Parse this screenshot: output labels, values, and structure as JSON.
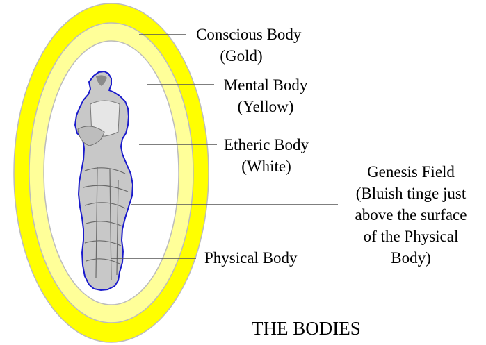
{
  "labels": {
    "conscious_body": [
      "Conscious Body",
      "(Gold)"
    ],
    "mental_body": [
      "Mental Body",
      "(Yellow)"
    ],
    "etheric_body": [
      "Etheric Body",
      "(White)"
    ],
    "genesis_field": [
      "Genesis Field",
      "(Bluish tinge just",
      "above the surface",
      "of the Physical",
      "Body)"
    ],
    "physical_body": "Physical Body"
  },
  "title": "THE BODIES",
  "colors": {
    "gold": "#ffff00",
    "yellow": "#ffff99",
    "white": "#ffffff",
    "ring_outline": "#bcbcbc",
    "bluish_outline": "#1a1acc",
    "figure": "#c8c8c8",
    "leader_line": "#555555"
  }
}
